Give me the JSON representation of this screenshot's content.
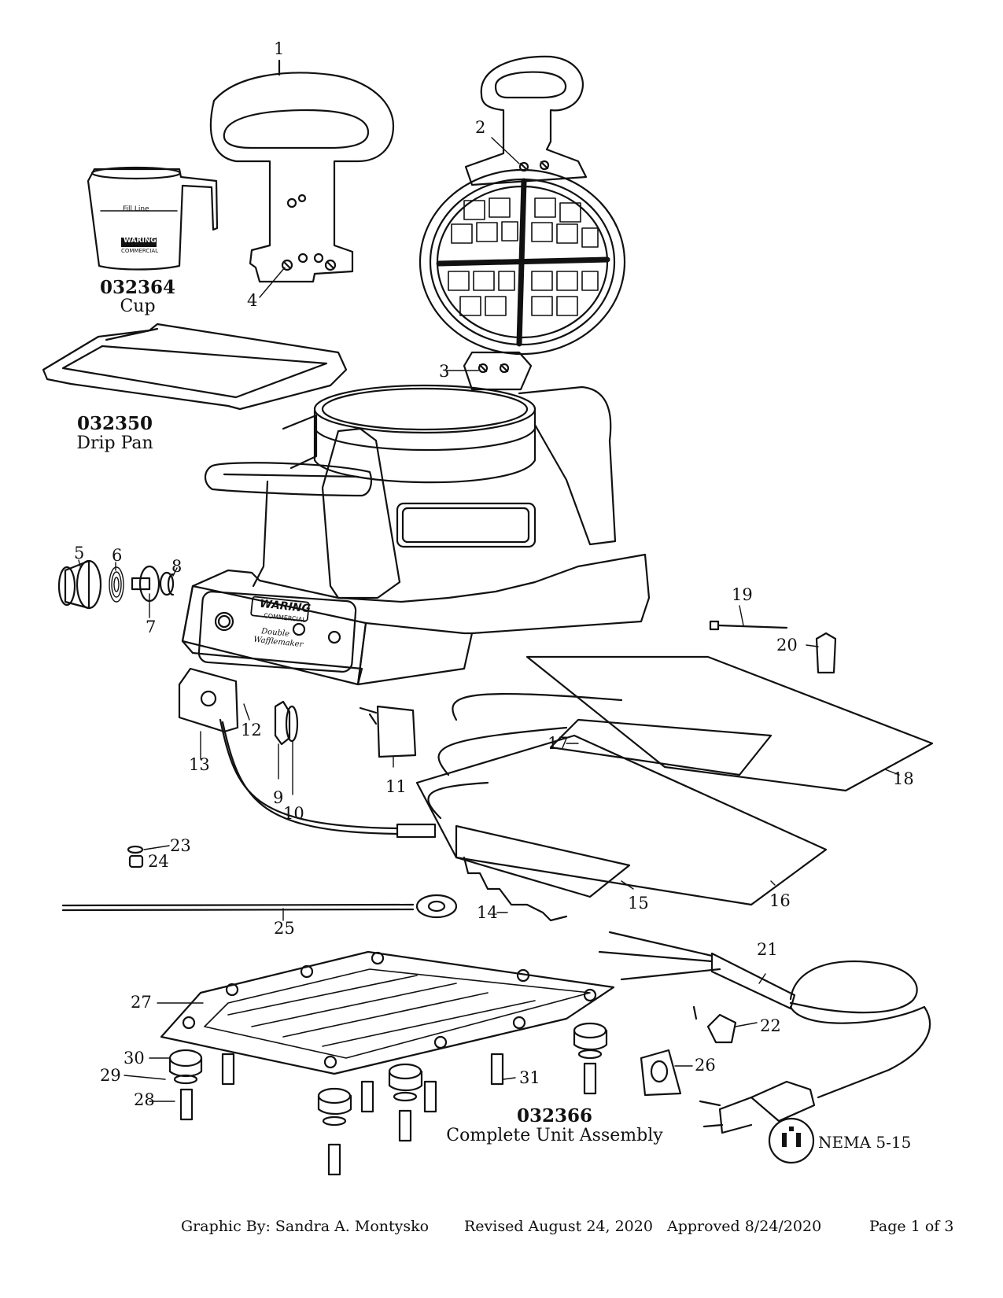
{
  "cup": {
    "part_number": "032364",
    "name": "Cup",
    "fill_line": "Fill Line",
    "brand": "WARING",
    "brand_sub": "COMMERCIAL"
  },
  "drip_pan": {
    "part_number": "032350",
    "name": "Drip Pan"
  },
  "assembly": {
    "part_number": "032366",
    "name": "Complete Unit Assembly"
  },
  "panel": {
    "brand": "WARING",
    "brand_sub": "COMMERCIAL",
    "line1": "Double",
    "line2": "Wafflemaker"
  },
  "nema": {
    "label": "NEMA 5-15"
  },
  "callouts": [
    "1",
    "2",
    "3",
    "4",
    "5",
    "6",
    "7",
    "8",
    "9",
    "10",
    "11",
    "12",
    "13",
    "14",
    "15",
    "16",
    "17",
    "18",
    "19",
    "20",
    "21",
    "22",
    "23",
    "24",
    "25",
    "26",
    "27",
    "28",
    "29",
    "30",
    "31"
  ],
  "footer": {
    "graphic_by": "Graphic By: Sandra A. Montysko",
    "revised": "Revised August 24, 2020",
    "approved": "Approved 8/24/2020",
    "page": "Page 1 of 3"
  },
  "colors": {
    "ink": "#111111",
    "paper": "#ffffff"
  }
}
